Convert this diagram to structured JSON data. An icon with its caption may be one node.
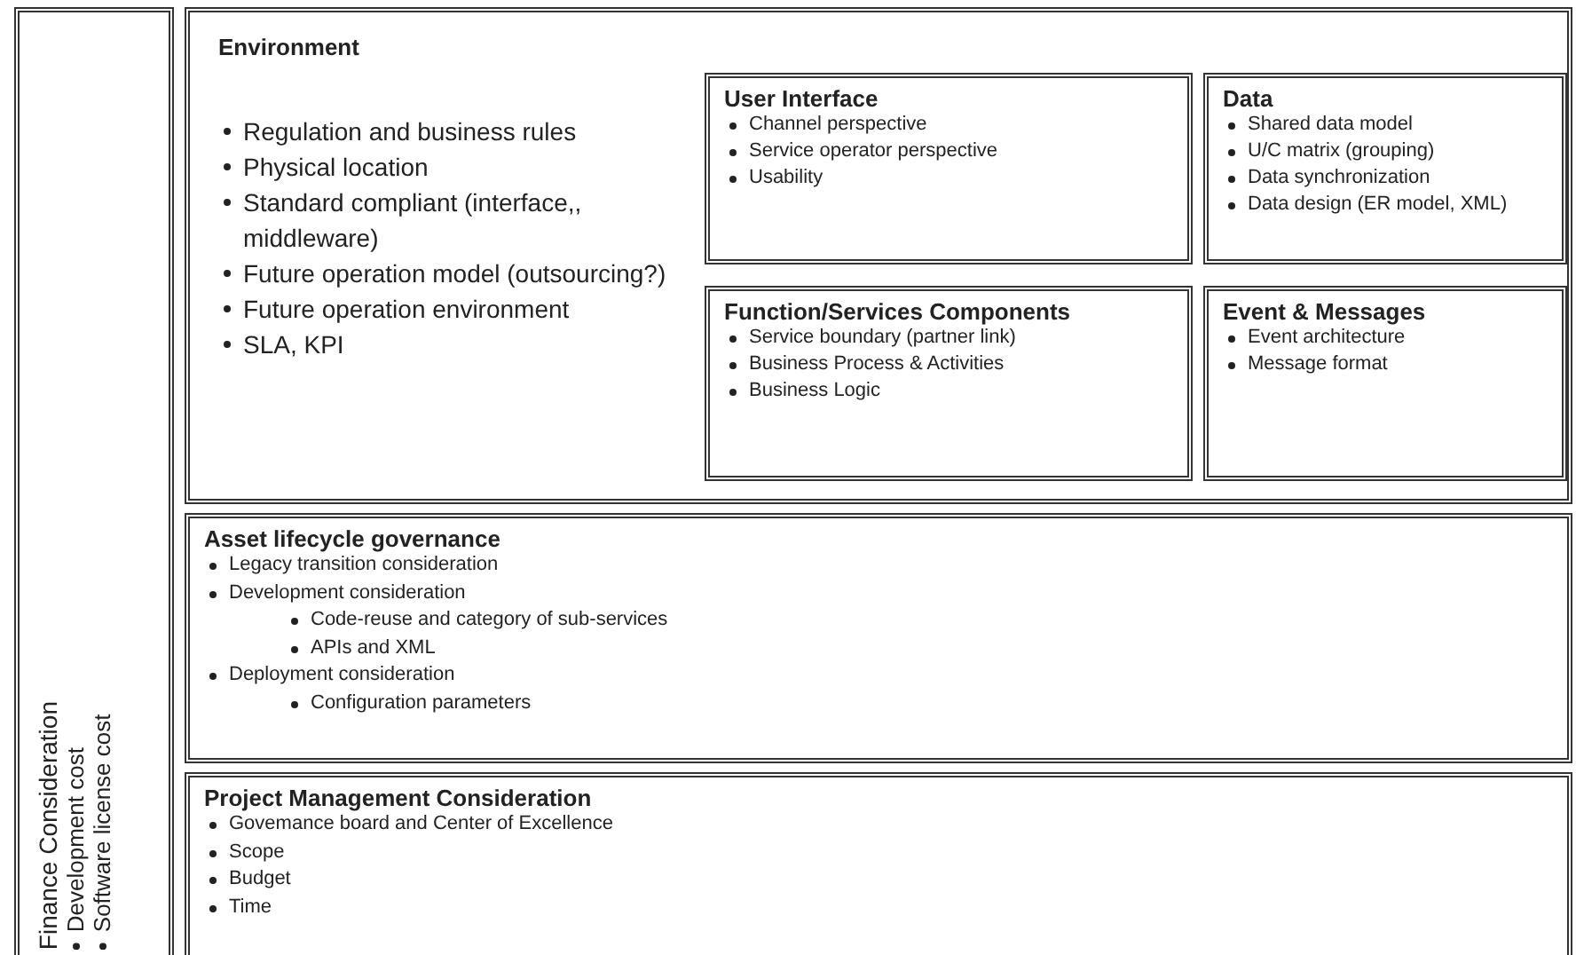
{
  "diagram": {
    "nodes": [
      {
        "text": [
          "Finance Consideration",
          "Development cost",
          "Software license cost"
        ]
      },
      {
        "text": [
          "Environment",
          "Regulation and business rules",
          "Physical location",
          "Standard compliant (interface,, middleware)",
          "Future operation model (outsourcing?)",
          "Future operation environment",
          "SLA, KPI"
        ]
      },
      {
        "text": [
          "User Interface",
          "Channel perspective",
          "Service operator perspective",
          "Usability"
        ],
        "in": 1
      },
      {
        "text": [
          "Data",
          "Shared data model",
          "U/C matrix (grouping)",
          "Data synchronization",
          "Data design (ER model, XML)"
        ],
        "in": 1
      },
      {
        "text": [
          "Function/Services Components",
          "Service boundary (partner link)",
          "Business Process & Activities",
          "Business Logic"
        ],
        "in": 1
      },
      {
        "text": [
          "Event & Messages",
          "Event architecture",
          "Message format"
        ],
        "in": 1
      },
      {
        "text": [
          "Asset lifecycle governance",
          "Legacy transition consideration",
          "Development consideration",
          "Code-reuse and category of sub-services",
          "APIs and XML",
          "Deployment consideration",
          "Configuration parameters"
        ]
      },
      {
        "text": [
          "Project Management Consideration",
          "Govemance board and Center of Excellence",
          "Scope",
          "Budget",
          "Time"
        ]
      }
    ],
    "edges": []
  }
}
